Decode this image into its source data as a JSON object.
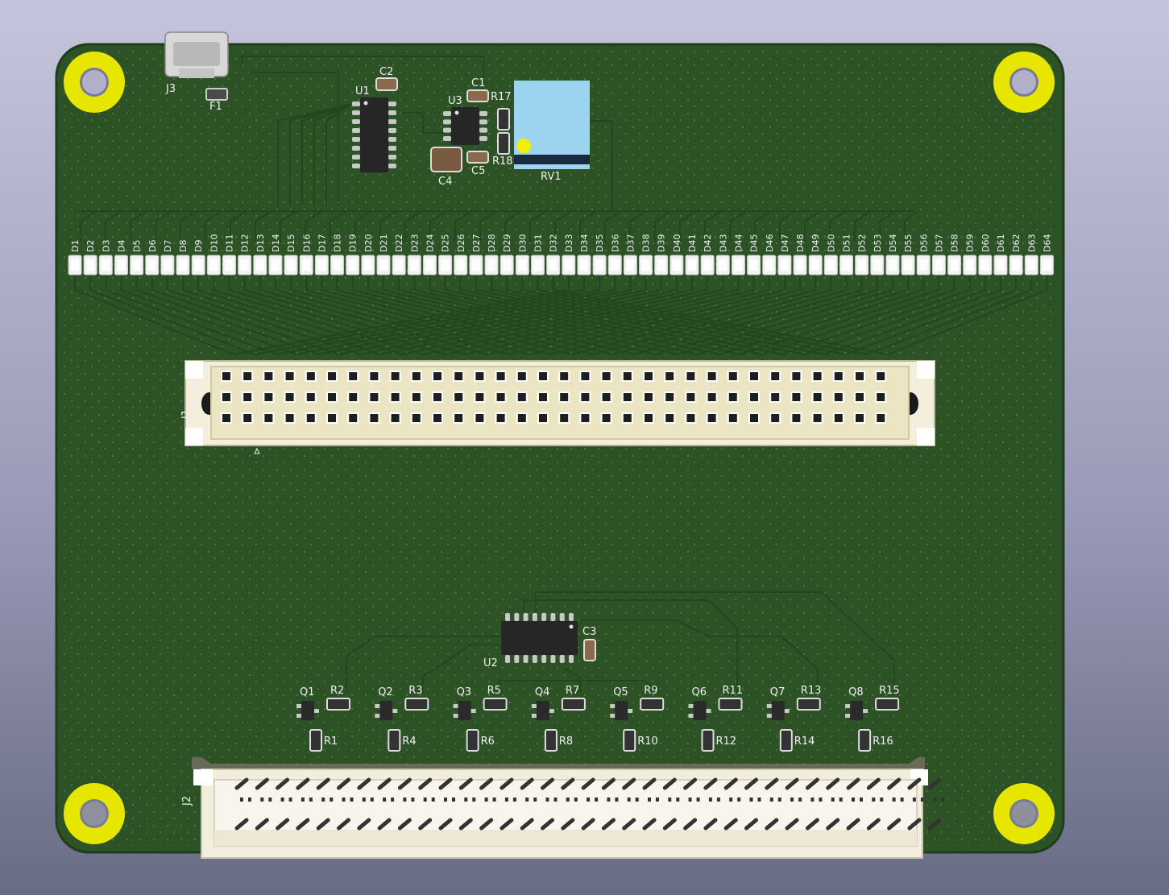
{
  "board": {
    "colors": {
      "background_top": "#c4c4dc",
      "background_bottom": "#686c84",
      "pcb": "#2c5226",
      "pcb_edge": "#1f3d1b",
      "trace": "#24451f",
      "silk": "#f0f0f0",
      "pad_gold": "#e6e600",
      "chip": "#262626",
      "chip_pin": "#c8c8c8",
      "led_body": "#f2f2f2",
      "connector_body": "#f3efdc",
      "connector_shell": "#ebe5c4",
      "pot_face": "#9cd4f0"
    },
    "top_labels": {
      "j3": "J3",
      "f1": "F1",
      "u1": "U1",
      "c2": "C2",
      "c1": "C1",
      "u3": "U3",
      "r17": "R17",
      "r18": "R18",
      "c4": "C4",
      "c5": "C5",
      "rv1": "RV1",
      "j1": "J1",
      "j2": "J2",
      "u2": "U2",
      "c3": "C3"
    },
    "leds": [
      "D1",
      "D2",
      "D3",
      "D4",
      "D5",
      "D6",
      "D7",
      "D8",
      "D9",
      "D10",
      "D11",
      "D12",
      "D13",
      "D14",
      "D15",
      "D16",
      "D17",
      "D18",
      "D19",
      "D20",
      "D21",
      "D22",
      "D23",
      "D24",
      "D25",
      "D26",
      "D27",
      "D28",
      "D29",
      "D30",
      "D31",
      "D32",
      "D33",
      "D34",
      "D35",
      "D36",
      "D37",
      "D38",
      "D39",
      "D40",
      "D41",
      "D42",
      "D43",
      "D44",
      "D45",
      "D46",
      "D47",
      "D48",
      "D49",
      "D50",
      "D51",
      "D52",
      "D53",
      "D54",
      "D55",
      "D56",
      "D57",
      "D58",
      "D59",
      "D60",
      "D61",
      "D62",
      "D63",
      "D64"
    ],
    "driver_stages": [
      {
        "q": "Q1",
        "rb": "R2",
        "rc": "R1"
      },
      {
        "q": "Q2",
        "rb": "R3",
        "rc": "R4"
      },
      {
        "q": "Q3",
        "rb": "R5",
        "rc": "R6"
      },
      {
        "q": "Q4",
        "rb": "R7",
        "rc": "R8"
      },
      {
        "q": "Q5",
        "rb": "R9",
        "rc": "R10"
      },
      {
        "q": "Q6",
        "rb": "R11",
        "rc": "R12"
      },
      {
        "q": "Q7",
        "rb": "R13",
        "rc": "R14"
      },
      {
        "q": "Q8",
        "rb": "R15",
        "rc": "R16"
      }
    ]
  }
}
